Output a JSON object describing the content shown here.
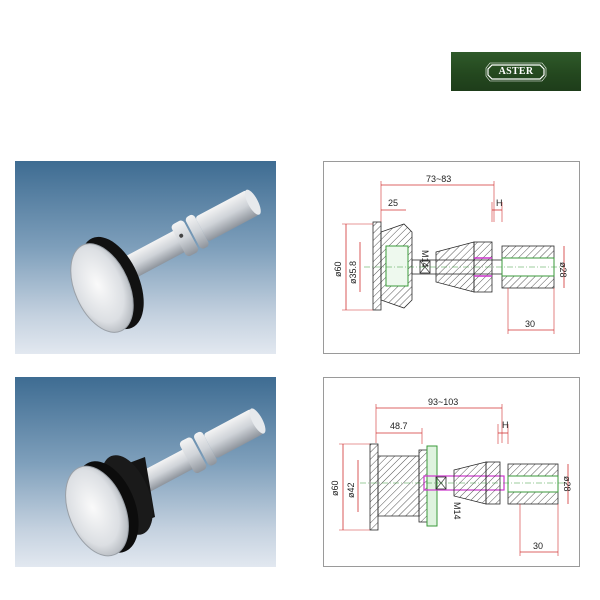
{
  "brand": {
    "name": "ASTER"
  },
  "fittings": [
    {
      "render_icon": "spider-fitting-short-render",
      "drawing": {
        "overall": "73~83",
        "head_depth": "25",
        "thread": "M14",
        "h": "H",
        "head_dia": "ø60",
        "inner_dia": "ø35.8",
        "shank_dia": "ø28",
        "shank_len": "30"
      }
    },
    {
      "render_icon": "spider-fitting-long-render",
      "drawing": {
        "overall": "93~103",
        "head_depth": "48.7",
        "thread": "M14",
        "h": "H",
        "head_dia": "ø60",
        "inner_dia": "ø42",
        "shank_dia": "ø28",
        "shank_len": "30"
      }
    }
  ],
  "colors": {
    "logo_bg": "#2a4f24",
    "dimension": "#d03030",
    "outline": "#2a2a2a",
    "hatch": "#3a9a3a",
    "bolt": "#cc33cc"
  }
}
